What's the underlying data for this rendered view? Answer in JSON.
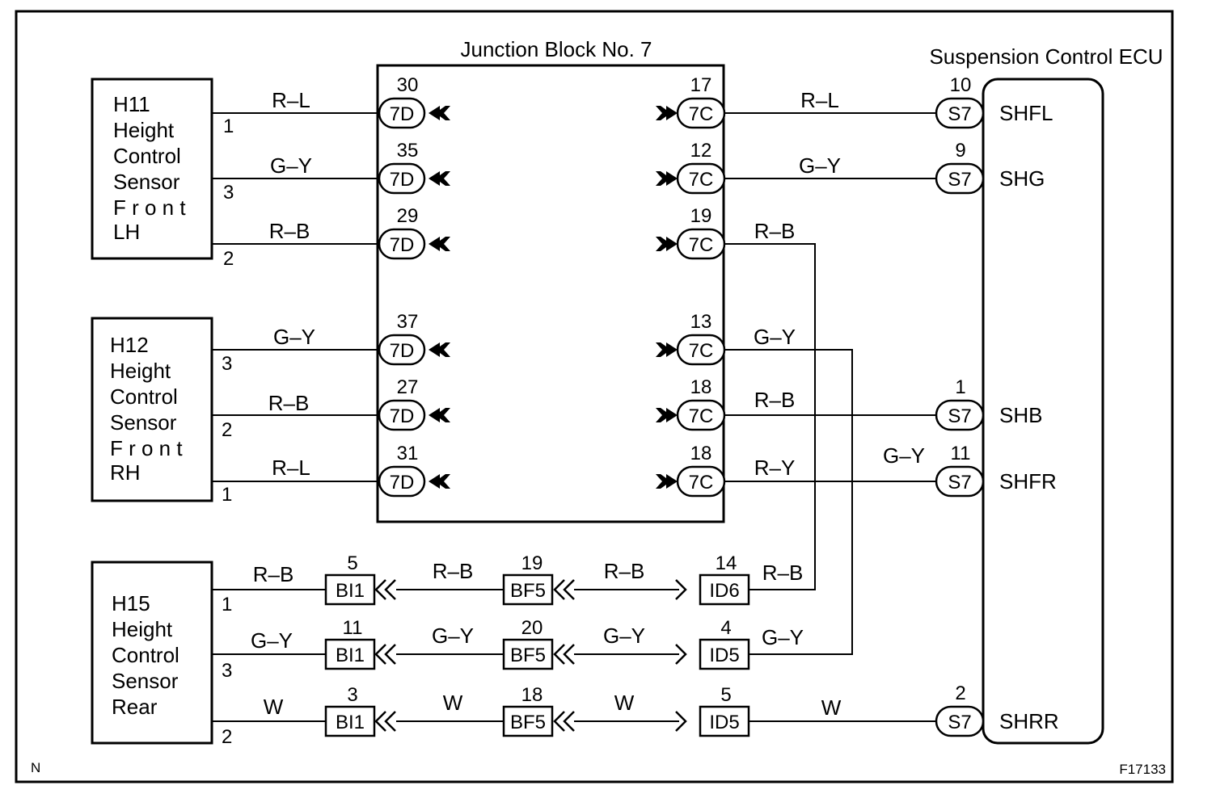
{
  "title": "Junction Block No. 7",
  "ecu": {
    "title": "Suspension Control ECU",
    "pins": [
      {
        "num": "10",
        "conn": "S7",
        "name": "SHFL"
      },
      {
        "num": "9",
        "conn": "S7",
        "name": "SHG"
      },
      {
        "num": "1",
        "conn": "S7",
        "name": "SHB"
      },
      {
        "num": "11",
        "conn": "S7",
        "name": "SHFR"
      },
      {
        "num": "2",
        "conn": "S7",
        "name": "SHRR"
      }
    ]
  },
  "sensors": [
    {
      "lines": [
        "H11",
        "Height",
        "Control",
        "Sensor",
        "F r o n t",
        "LH"
      ],
      "pins": [
        "1",
        "3",
        "2"
      ],
      "wires": [
        "R–L",
        "G–Y",
        "R–B"
      ]
    },
    {
      "lines": [
        "H12",
        "Height",
        "Control",
        "Sensor",
        "F r o n t",
        "RH"
      ],
      "pins": [
        "3",
        "2",
        "1"
      ],
      "wires": [
        "G–Y",
        "R–B",
        "R–L"
      ]
    },
    {
      "lines": [
        "H15",
        "Height",
        "Control",
        "Sensor",
        "Rear"
      ],
      "pins": [
        "1",
        "3",
        "2"
      ],
      "wires": [
        "R–B",
        "G–Y",
        "W"
      ]
    }
  ],
  "jb_rows": [
    {
      "left_pin": "30",
      "left_conn": "7D",
      "right_pin": "17",
      "right_conn": "7C",
      "out_wire": "R–L"
    },
    {
      "left_pin": "35",
      "left_conn": "7D",
      "right_pin": "12",
      "right_conn": "7C",
      "out_wire": "G–Y"
    },
    {
      "left_pin": "29",
      "left_conn": "7D",
      "right_pin": "19",
      "right_conn": "7C",
      "out_wire": "R–B"
    },
    {
      "left_pin": "37",
      "left_conn": "7D",
      "right_pin": "13",
      "right_conn": "7C",
      "out_wire": "G–Y"
    },
    {
      "left_pin": "27",
      "left_conn": "7D",
      "right_pin": "18",
      "right_conn": "7C",
      "out_wire": "R–B"
    },
    {
      "left_pin": "31",
      "left_conn": "7D",
      "right_pin": "18",
      "right_conn": "7C",
      "out_wire": "R–Y"
    }
  ],
  "shfr_extra_wire": "G–Y",
  "rear_rows": [
    {
      "bi_pin": "5",
      "bi_conn": "BI1",
      "w1": "R–B",
      "bf_pin": "19",
      "bf_conn": "BF5",
      "w2": "R–B",
      "id_pin": "14",
      "id_conn": "ID6",
      "w3": "R–B"
    },
    {
      "bi_pin": "11",
      "bi_conn": "BI1",
      "w1": "G–Y",
      "bf_pin": "20",
      "bf_conn": "BF5",
      "w2": "G–Y",
      "id_pin": "4",
      "id_conn": "ID5",
      "w3": "G–Y"
    },
    {
      "bi_pin": "3",
      "bi_conn": "BI1",
      "w1": "W",
      "bf_pin": "18",
      "bf_conn": "BF5",
      "w2": "W",
      "id_pin": "5",
      "id_conn": "ID5",
      "w3": "W"
    }
  ],
  "corner_left": "N",
  "corner_right": "F17133"
}
